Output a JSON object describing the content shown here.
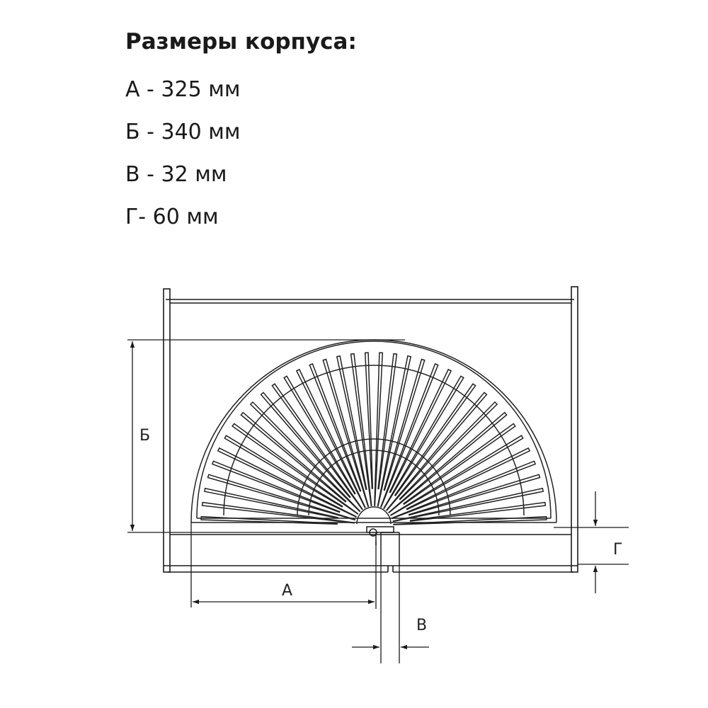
{
  "heading": "Размеры корпуса:",
  "dimensions": [
    "А - 325 мм",
    "Б - 340 мм",
    "В - 32 мм",
    "Г- 60 мм"
  ],
  "drawing_labels": {
    "a": "А",
    "b": "Б",
    "v": "В",
    "g": "Г"
  },
  "colors": {
    "line": "#1a1a1a",
    "basket": "#222222"
  }
}
